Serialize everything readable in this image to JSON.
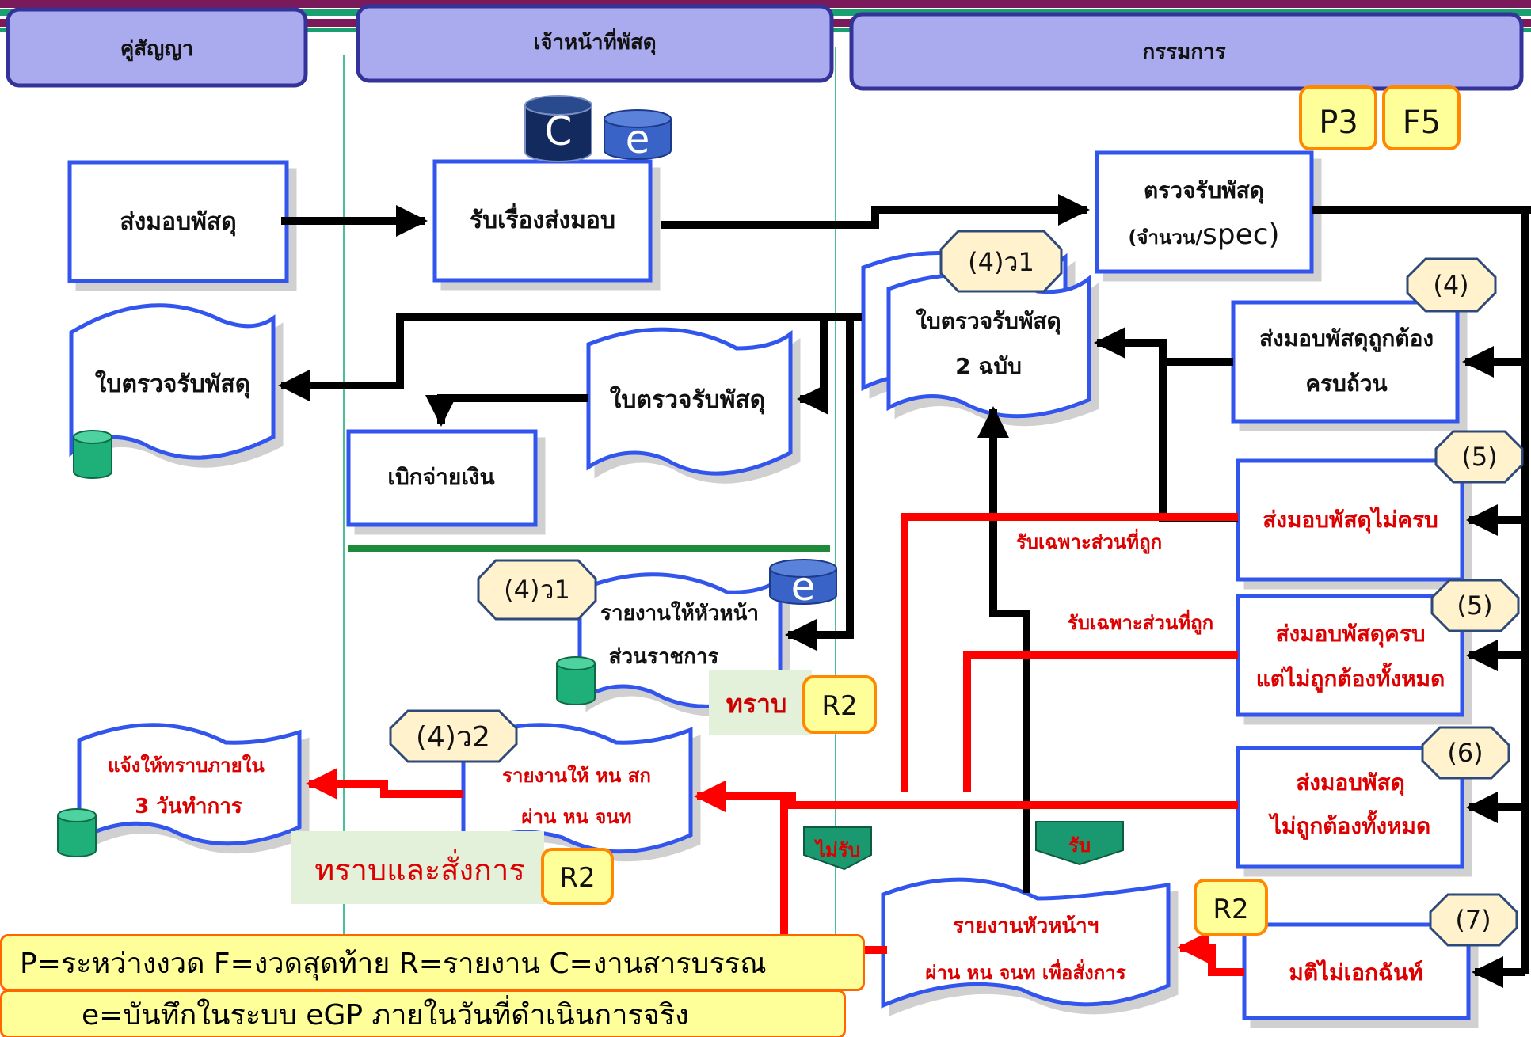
{
  "lanes": [
    {
      "label": "คู่สัญญา"
    },
    {
      "label": "เจ้าหน้าที่พัสดุ"
    },
    {
      "label": "กรรมการ"
    }
  ],
  "badges": {
    "p3": "P3",
    "f5": "F5",
    "r2_a": "R2",
    "r2_b": "R2",
    "r2_c": "R2",
    "cyl_c": "C",
    "cyl_e_top": "e",
    "cyl_e_mid": "e"
  },
  "boxes": {
    "deliver_goods": "ส่งมอบพัสดุ",
    "receive_delivery": "รับเรื่องส่งมอบ",
    "inspect_line1": "ตรวจรับพัสดุ",
    "inspect_line2a": "(จำนวน/",
    "inspect_line2b": "spec)",
    "disburse": "เบิกจ่ายเงิน",
    "complete_line1": "ส่งมอบพัสดุถูกต้อง",
    "complete_line2": "ครบถ้วน",
    "incomplete": "ส่งมอบพัสดุไม่ครบ",
    "full_wrong_line1": "ส่งมอบพัสดุครบ",
    "full_wrong_line2": "แต่ไม่ถูกต้องทั้งหมด",
    "all_wrong_line1": "ส่งมอบพัสดุ",
    "all_wrong_line2": "ไม่ถูกต้องทั้งหมด",
    "dissent": "มติไม่เอกฉันท์"
  },
  "documents": {
    "receipt_left": "ใบตรวจรับพัสดุ",
    "receipt_mid": "ใบตรวจรับพัสดุ",
    "receipt_two_line1": "ใบตรวจรับพัสดุ",
    "receipt_two_line2": "2 ฉบับ",
    "report_head_line1": "รายงานให้หัวหน้า",
    "report_head_line2": "ส่วนราชการ",
    "notify_line1": "แจ้งให้ทราบภายใน",
    "notify_line2": "3 วันทำการ",
    "report_chief_line1": "รายงานให้  หน สก",
    "report_chief_line2": "ผ่าน หน จนท",
    "report_order_line1": "รายงานหัวหน้าฯ",
    "report_order_line2": "ผ่าน หน จนท เพื่อสั่งการ"
  },
  "tags": {
    "t4w1_top": "(4)ว1",
    "t4w1_mid": "(4)ว1",
    "t4w2": "(4)ว2",
    "t4": "(4)",
    "t5a": "(5)",
    "t5b": "(5)",
    "t6": "(6)",
    "t7": "(7)"
  },
  "notes": {
    "acknowledge": "ทราบ",
    "acknowledge_order": "ทราบและสั่งการ",
    "accept_correct_1": "รับเฉพาะส่วนที่ถูก",
    "accept_correct_2": "รับเฉพาะส่วนที่ถูก",
    "reject": "ไม่รับ",
    "accept": "รับ"
  },
  "legend": {
    "line1": "P=ระหว่างงวด F=งวดสุดท้าย R=รายงาน C=งานสารบรรณ",
    "line2": "e=บันทึกในระบบ eGP ภายในวันที่ดำเนินการจริง"
  },
  "colors": {
    "lane_fill": "#aaaaee",
    "lane_border": "#333399",
    "box_border": "#3355ee",
    "flow_black": "#000000",
    "flow_red": "#ff0000",
    "text_red": "#dd0000",
    "badge_fill": "#ffff99",
    "badge_border": "#ff8800",
    "tag_fill": "#fff2cc",
    "tag_border": "#2e4a7a",
    "note_fill": "#e3f0da",
    "green_tab": "#1a9970",
    "db_green": "#1fb07a",
    "db_navy": "#132a5e",
    "db_blue": "#3a63c8"
  }
}
